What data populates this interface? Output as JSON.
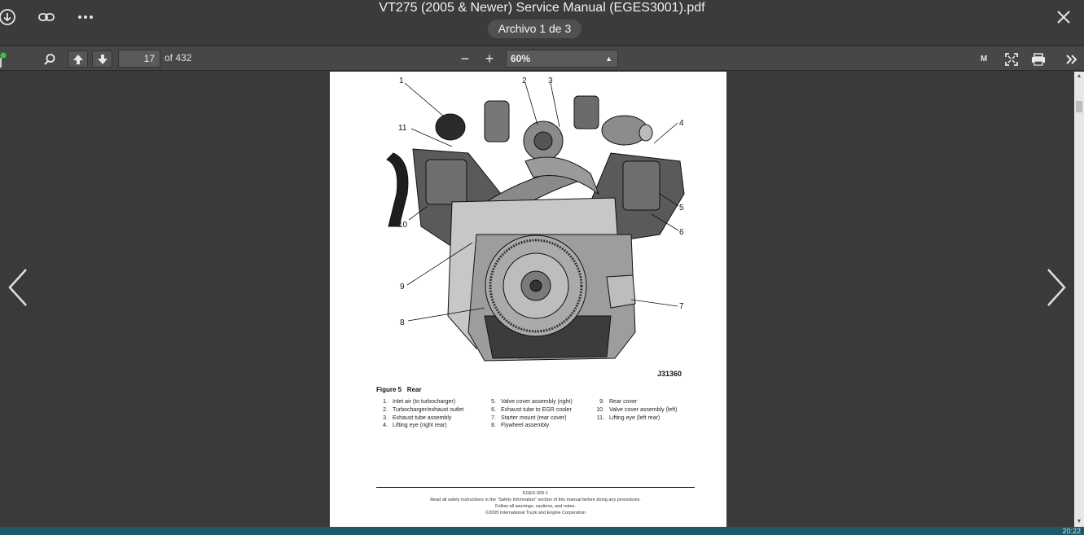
{
  "window": {
    "title": "VT275 (2005 & Newer) Service Manual (EGES3001).pdf",
    "file_indicator": "Archivo 1 de 3"
  },
  "toolbar": {
    "page_number": "17",
    "page_total": "of 432",
    "zoom_value": "60%",
    "zoom_out_label": "−",
    "zoom_in_label": "+",
    "mode_label": "M"
  },
  "page": {
    "figure_code": "J31360",
    "figure_title": "Figure 5   Rear",
    "callouts": [
      "1",
      "2",
      "3",
      "4",
      "5",
      "6",
      "7",
      "8",
      "9",
      "10",
      "11"
    ],
    "legend_col1": [
      {
        "n": "1.",
        "t": "Inlet air (to turbocharger)"
      },
      {
        "n": "2.",
        "t": "Turbocharger/exhaust outlet"
      },
      {
        "n": "3.",
        "t": "Exhaust tube assembly"
      },
      {
        "n": "4.",
        "t": "Lifting eye (right rear)"
      }
    ],
    "legend_col2": [
      {
        "n": "5.",
        "t": "Valve cover assembly (right)"
      },
      {
        "n": "6.",
        "t": "Exhaust tube to EGR cooler"
      },
      {
        "n": "7.",
        "t": "Starter mount (rear cover)"
      },
      {
        "n": "8.",
        "t": "Flywheel assembly"
      }
    ],
    "legend_col3": [
      {
        "n": "9.",
        "t": "Rear cover"
      },
      {
        "n": "10.",
        "t": "Valve cover assembly (left)"
      },
      {
        "n": "11.",
        "t": "Lifting eye (left rear)"
      }
    ],
    "footer_code": "EGES-300-1",
    "footer_line1": "Read all safety instructions in the \"Safety Information\" section of this manual before doing any procedures.",
    "footer_line2": "Follow all warnings, cautions, and notes.",
    "footer_line3": "©2005 International Truck and Engine Corporation"
  },
  "taskbar": {
    "clock": "20:22"
  }
}
